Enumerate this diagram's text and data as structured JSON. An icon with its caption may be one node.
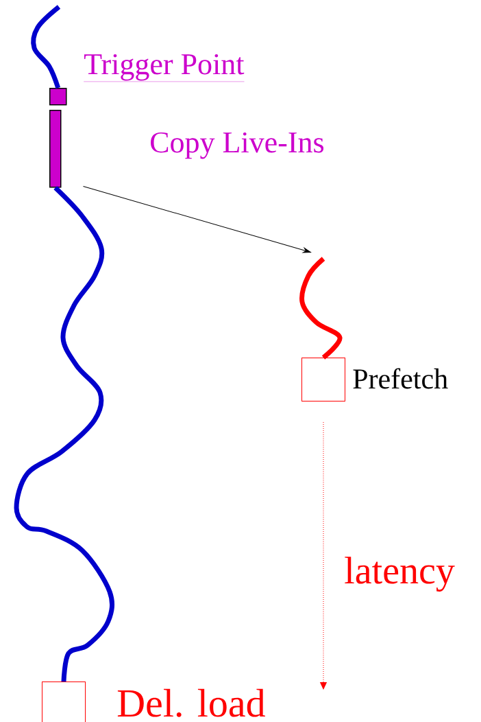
{
  "diagram": {
    "nodes": [
      {
        "text": [],
        "shape": "box",
        "beside": [
          "Trigger Point"
        ]
      },
      {
        "text": [],
        "shape": "bar"
      },
      {
        "text": [],
        "shape": "box",
        "beside": [
          "Prefetch"
        ]
      },
      {
        "text": [],
        "shape": "box",
        "beside": [
          "Del. load"
        ]
      }
    ],
    "edges": [
      {
        "from": null,
        "to": 0,
        "arrow": "none"
      },
      {
        "from": 1,
        "to": 3,
        "arrow": "none"
      },
      {
        "from": 1,
        "to": null,
        "arrow": "to",
        "color": "#000000"
      },
      {
        "from": null,
        "to": 2,
        "arrow": "none",
        "color": "#ff0000"
      }
    ],
    "labels": [
      "Copy Live-Ins",
      "latency"
    ]
  }
}
